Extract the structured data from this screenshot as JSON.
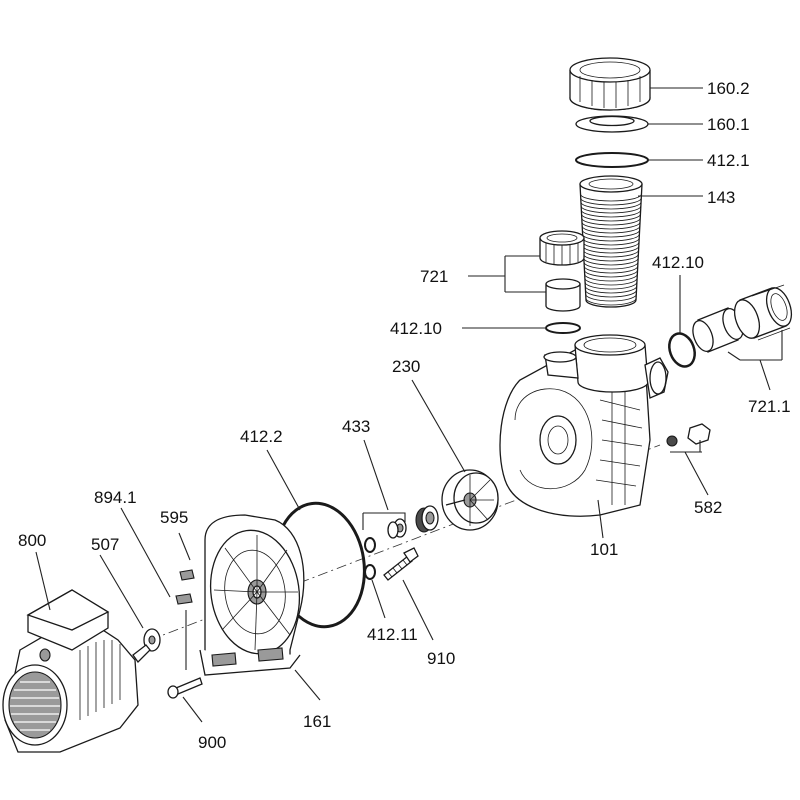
{
  "diagram": {
    "labels": {
      "l160_2": "160.2",
      "l160_1": "160.1",
      "l412_1": "412.1",
      "l143": "143",
      "l721": "721",
      "l412_10_top": "412.10",
      "l412_10_left": "412.10",
      "l230": "230",
      "l721_1": "721.1",
      "l412_2": "412.2",
      "l433": "433",
      "l894_1": "894.1",
      "l595": "595",
      "l800": "800",
      "l507": "507",
      "l582": "582",
      "l101": "101",
      "l412_11": "412.11",
      "l910": "910",
      "l161": "161",
      "l900": "900"
    }
  }
}
